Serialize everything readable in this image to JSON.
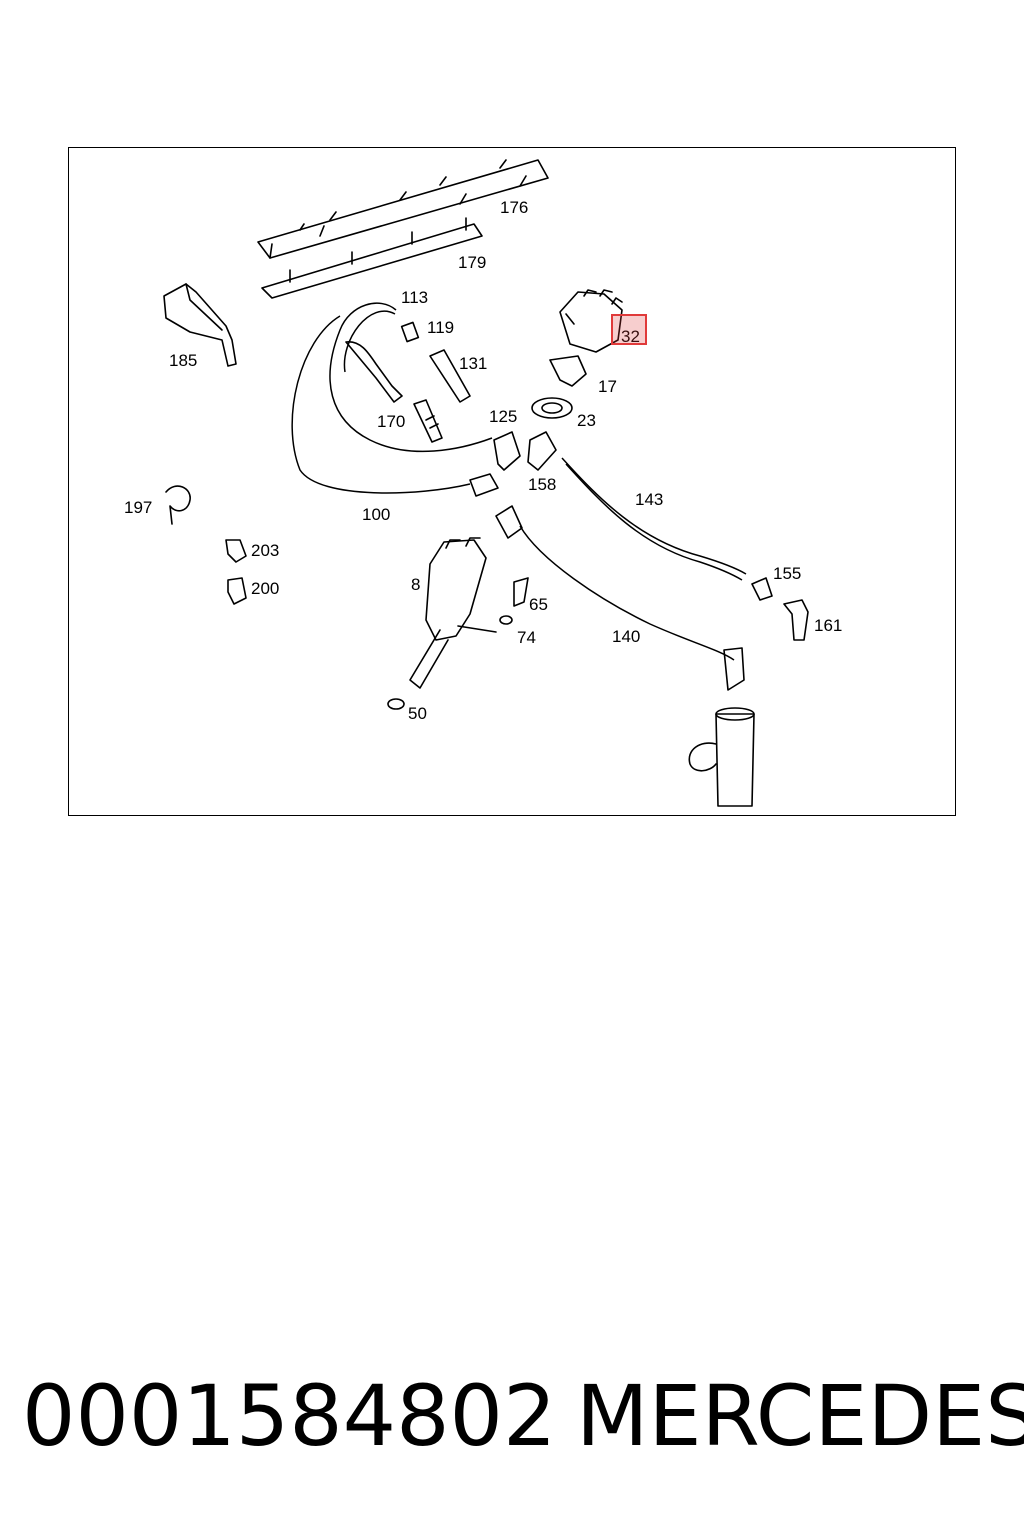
{
  "diagram": {
    "labels": {
      "l176": "176",
      "l179": "179",
      "l185": "185",
      "l113": "113",
      "l119": "119",
      "l131": "131",
      "l32": "32",
      "l17": "17",
      "l125": "125",
      "l23": "23",
      "l170": "170",
      "l158": "158",
      "l143": "143",
      "l197": "197",
      "l100": "100",
      "l203": "203",
      "l200": "200",
      "l8": "8",
      "l65": "65",
      "l155": "155",
      "l74": "74",
      "l140": "140",
      "l161": "161",
      "l50": "50"
    },
    "highlighted_callout": "32",
    "highlight_color": "#e03a3a"
  },
  "footer": {
    "part_number": "0001584802",
    "brand": "MERCEDES"
  }
}
